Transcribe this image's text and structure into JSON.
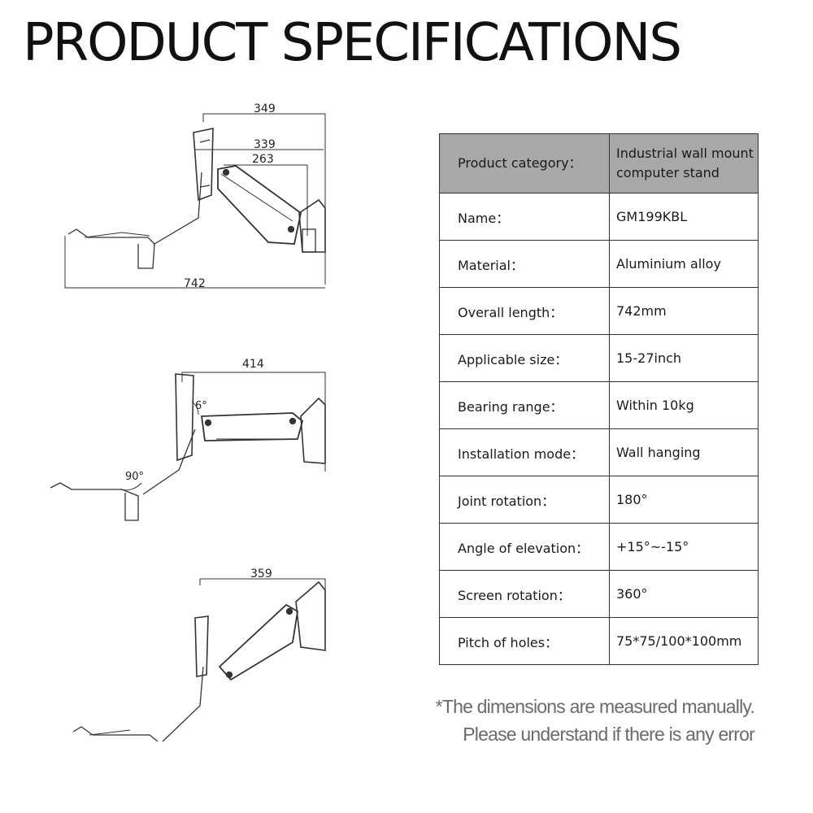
{
  "page": {
    "title": "PRODUCT SPECIFICATIONS"
  },
  "drawings": {
    "top": {
      "dimensions": [
        "349",
        "339",
        "263",
        "742"
      ]
    },
    "middle": {
      "dimensions": [
        "414"
      ],
      "angles": [
        "6°",
        "90°"
      ]
    },
    "bottom": {
      "dimensions": [
        "359"
      ]
    }
  },
  "specs": {
    "header": {
      "label": "Product category：",
      "value": "Industrial wall mount computer stand"
    },
    "rows": [
      {
        "label": "Name：",
        "value": "GM199KBL"
      },
      {
        "label": "Material：",
        "value": "Aluminium alloy"
      },
      {
        "label": "Overall length：",
        "value": "742mm"
      },
      {
        "label": "Applicable size：",
        "value": "15-27inch"
      },
      {
        "label": "Bearing range：",
        "value": "Within 10kg"
      },
      {
        "label": "Installation mode：",
        "value": "Wall hanging"
      },
      {
        "label": "Joint rotation：",
        "value": "180°"
      },
      {
        "label": "Angle of elevation：",
        "value": "+15°~-15°"
      },
      {
        "label": "Screen rotation：",
        "value": "360°"
      },
      {
        "label": "Pitch of holes：",
        "value": "75*75/100*100mm"
      }
    ]
  },
  "note": {
    "line1": "*The dimensions are measured manually.",
    "line2": "Please understand if there is any error"
  }
}
